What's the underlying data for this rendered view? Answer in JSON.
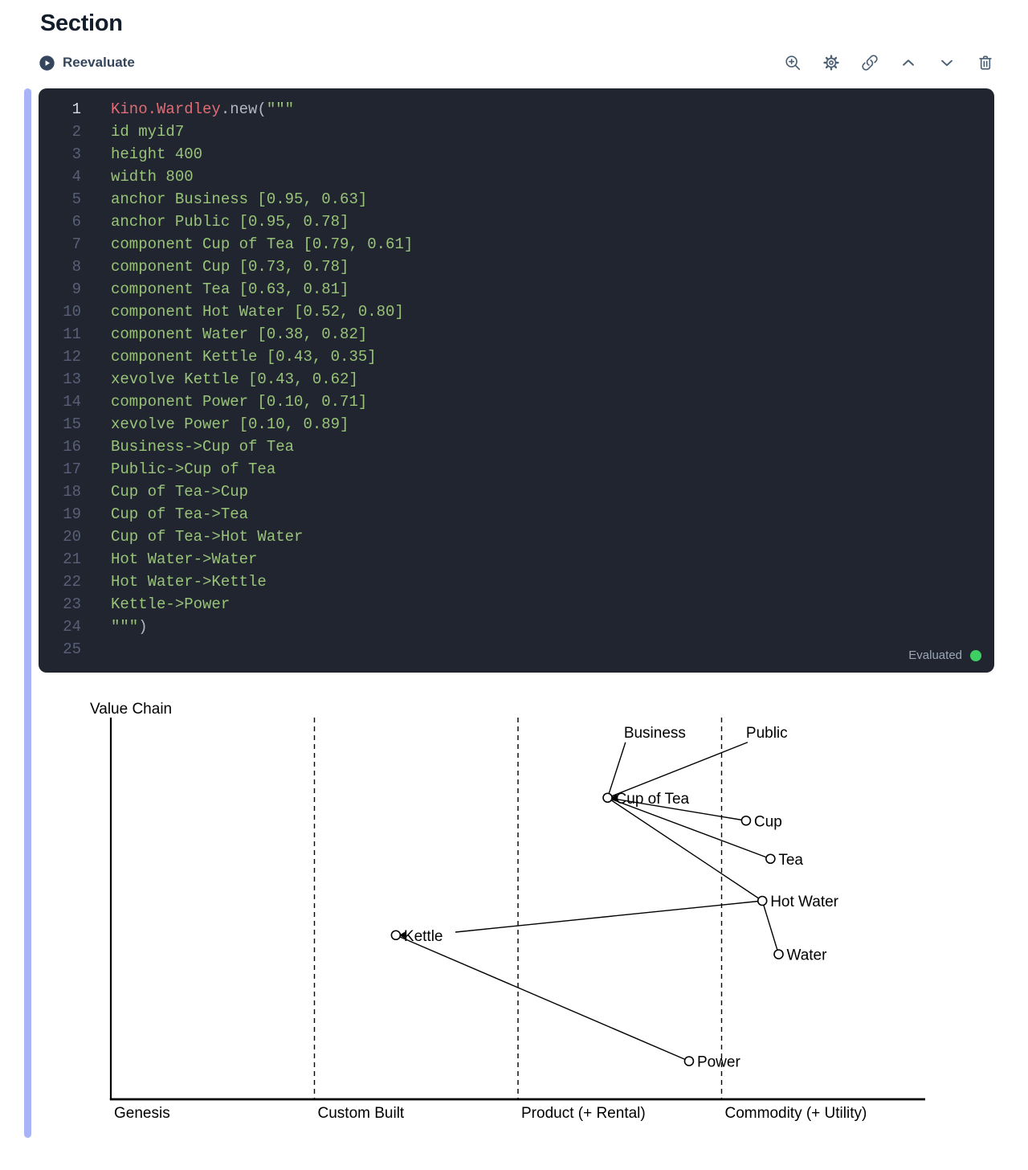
{
  "header": {
    "title": "Section"
  },
  "toolbar": {
    "reevaluate_label": "Reevaluate",
    "icons": [
      "zoom-in-icon",
      "settings-icon",
      "link-icon",
      "chevron-up-icon",
      "chevron-down-icon",
      "trash-icon"
    ]
  },
  "editor": {
    "language": "elixir",
    "lines": [
      {
        "n": "1",
        "active": true,
        "tokens": [
          [
            "Kino.Wardley",
            "mod"
          ],
          [
            ".new(",
            "plain"
          ],
          [
            "\"\"\"",
            "str"
          ]
        ]
      },
      {
        "n": "2",
        "tokens": [
          [
            "id myid7",
            "str"
          ]
        ]
      },
      {
        "n": "3",
        "tokens": [
          [
            "height 400",
            "str"
          ]
        ]
      },
      {
        "n": "4",
        "tokens": [
          [
            "width 800",
            "str"
          ]
        ]
      },
      {
        "n": "5",
        "tokens": [
          [
            "anchor Business [0.95, 0.63]",
            "str"
          ]
        ]
      },
      {
        "n": "6",
        "tokens": [
          [
            "anchor Public [0.95, 0.78]",
            "str"
          ]
        ]
      },
      {
        "n": "7",
        "tokens": [
          [
            "component Cup of Tea [0.79, 0.61]",
            "str"
          ]
        ]
      },
      {
        "n": "8",
        "tokens": [
          [
            "component Cup [0.73, 0.78]",
            "str"
          ]
        ]
      },
      {
        "n": "9",
        "tokens": [
          [
            "component Tea [0.63, 0.81]",
            "str"
          ]
        ]
      },
      {
        "n": "10",
        "tokens": [
          [
            "component Hot Water [0.52, 0.80]",
            "str"
          ]
        ]
      },
      {
        "n": "11",
        "tokens": [
          [
            "component Water [0.38, 0.82]",
            "str"
          ]
        ]
      },
      {
        "n": "12",
        "tokens": [
          [
            "component Kettle [0.43, 0.35]",
            "str"
          ]
        ]
      },
      {
        "n": "13",
        "tokens": [
          [
            "xevolve Kettle [0.43, 0.62]",
            "str"
          ]
        ]
      },
      {
        "n": "14",
        "tokens": [
          [
            "component Power [0.10, 0.71]",
            "str"
          ]
        ]
      },
      {
        "n": "15",
        "tokens": [
          [
            "xevolve Power [0.10, 0.89]",
            "str"
          ]
        ]
      },
      {
        "n": "16",
        "tokens": [
          [
            "Business->Cup of Tea",
            "str"
          ]
        ]
      },
      {
        "n": "17",
        "tokens": [
          [
            "Public->Cup of Tea",
            "str"
          ]
        ]
      },
      {
        "n": "18",
        "tokens": [
          [
            "Cup of Tea->Cup",
            "str"
          ]
        ]
      },
      {
        "n": "19",
        "tokens": [
          [
            "Cup of Tea->Tea",
            "str"
          ]
        ]
      },
      {
        "n": "20",
        "tokens": [
          [
            "Cup of Tea->Hot Water",
            "str"
          ]
        ]
      },
      {
        "n": "21",
        "tokens": [
          [
            "Hot Water->Water",
            "str"
          ]
        ]
      },
      {
        "n": "22",
        "tokens": [
          [
            "Hot Water->Kettle",
            "str"
          ]
        ]
      },
      {
        "n": "23",
        "tokens": [
          [
            "Kettle->Power",
            "str"
          ]
        ]
      },
      {
        "n": "24",
        "tokens": [
          [
            "\"\"\"",
            "str"
          ],
          [
            ")",
            "plain"
          ]
        ]
      },
      {
        "n": "25",
        "tokens": []
      }
    ]
  },
  "status": {
    "label": "Evaluated"
  },
  "chart_data": {
    "type": "wardley-map",
    "y_axis_label": "Value Chain",
    "evolution_stages": [
      "Genesis",
      "Custom Built",
      "Product (+ Rental)",
      "Commodity (+ Utility)"
    ],
    "stage_boundaries": [
      0,
      0.25,
      0.5,
      0.75
    ],
    "x_range": [
      0,
      1
    ],
    "y_range": [
      0,
      1
    ],
    "anchors": [
      {
        "name": "Business",
        "visibility": 0.95,
        "evolution": 0.63
      },
      {
        "name": "Public",
        "visibility": 0.95,
        "evolution": 0.78
      }
    ],
    "components": [
      {
        "name": "Cup of Tea",
        "visibility": 0.79,
        "evolution": 0.61
      },
      {
        "name": "Cup",
        "visibility": 0.73,
        "evolution": 0.78
      },
      {
        "name": "Tea",
        "visibility": 0.63,
        "evolution": 0.81
      },
      {
        "name": "Hot Water",
        "visibility": 0.52,
        "evolution": 0.8
      },
      {
        "name": "Water",
        "visibility": 0.38,
        "evolution": 0.82
      },
      {
        "name": "Kettle",
        "visibility": 0.43,
        "evolution": 0.35
      },
      {
        "name": "Power",
        "visibility": 0.1,
        "evolution": 0.71
      }
    ],
    "links": [
      [
        "Business",
        "Cup of Tea"
      ],
      [
        "Public",
        "Cup of Tea"
      ],
      [
        "Cup of Tea",
        "Cup"
      ],
      [
        "Cup of Tea",
        "Tea"
      ],
      [
        "Cup of Tea",
        "Hot Water"
      ],
      [
        "Hot Water",
        "Water"
      ],
      [
        "Hot Water",
        "Kettle"
      ],
      [
        "Kettle",
        "Power"
      ]
    ]
  },
  "colors": {
    "accent_bar": "#a9b3f8",
    "editor_bg": "#21252f",
    "title": "#131d2c",
    "reevaluate": "#35455c",
    "icon": "#4a5e74",
    "code_string": "#98c379",
    "code_module": "#e06c75",
    "code_plain": "#b0b7c3",
    "line_number": "#586078",
    "line_number_active": "#d5d9e0",
    "status_text": "#9ba6b6",
    "evaluated_dot": "#3ecf63",
    "map": "#000000"
  }
}
